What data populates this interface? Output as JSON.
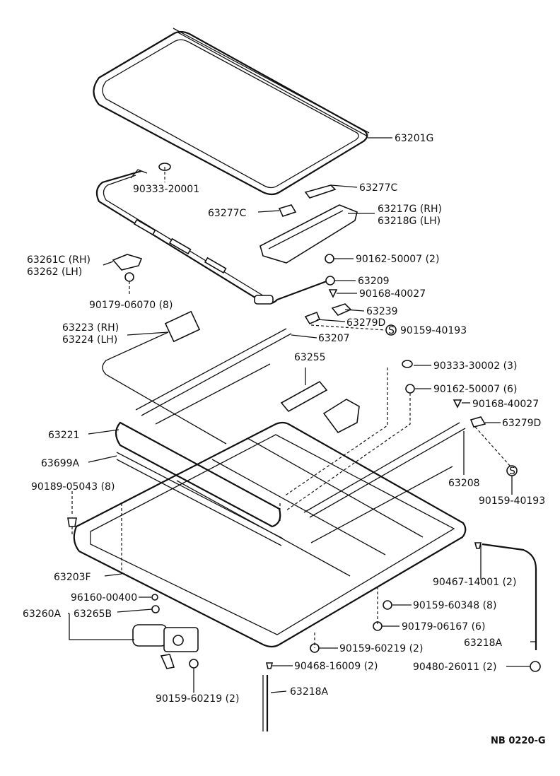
{
  "labels": {
    "l_63201G": "63201G",
    "l_90333_20001": "90333-20001",
    "l_63277C_a": "63277C",
    "l_63277C_b": "63277C",
    "l_63217G": "63217G (RH)",
    "l_63218G": "63218G (LH)",
    "l_63261C": "63261C (RH)",
    "l_63262": "63262   (LH)",
    "l_90162_50007_2": "90162-50007 (2)",
    "l_63209": "63209",
    "l_90179_06070": "90179-06070 (8)",
    "l_90168_40027_a": "90168-40027",
    "l_63239": "63239",
    "l_63279D_a": "63279D",
    "l_90159_40193_a": "90159-40193",
    "l_63223": "63223 (RH)",
    "l_63224": "63224 (LH)",
    "l_63207": "63207",
    "l_63255": "63255",
    "l_90333_30002": "90333-30002 (3)",
    "l_90162_50007_6": "90162-50007 (6)",
    "l_90168_40027_b": "90168-40027",
    "l_63279D_b": "63279D",
    "l_63221": "63221",
    "l_63699A": "63699A",
    "l_63208": "63208",
    "l_90189_05043": "90189-05043 (8)",
    "l_90159_40193_b": "90159-40193",
    "l_63203F": "63203F",
    "l_90467_14001": "90467-14001 (2)",
    "l_96160_00400": "96160-00400",
    "l_63260A": "63260A",
    "l_63265B": "63265B",
    "l_90159_60348": "90159-60348 (8)",
    "l_90179_06167": "90179-06167 (6)",
    "l_63218A_a": "63218A",
    "l_90159_60219_a": "90159-60219 (2)",
    "l_90468_16009": "90468-16009 (2)",
    "l_90480_26011": "90480-26011 (2)",
    "l_90159_60219_b": "90159-60219 (2)",
    "l_63218A_b": "63218A",
    "l_code": "NB 0220-G"
  }
}
